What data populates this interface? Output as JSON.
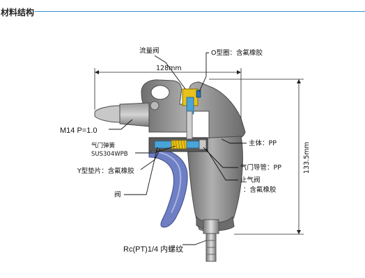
{
  "header": {
    "title": "材料结构",
    "rule_color": "#2f8fd0"
  },
  "diagram": {
    "labels": {
      "flow_valve": "流量阀",
      "o_ring": "O型圈：含氟橡胶",
      "width_dim": "128mm",
      "nozzle_thread": "M14 P=1.0",
      "valve_spring": "气门弹簧",
      "spring_material": "SUS304WPB",
      "y_gasket": "Y型垫片：含氟橡胶",
      "valve": "阀",
      "body": "主体：PP",
      "air_guide_tube": "气门导管：PP",
      "check_valve": "止气阀",
      "check_valve_material": "：含氟橡胶",
      "height_dim": "133.5mm",
      "inlet_thread": "Rc(PT)1/4 内螺纹"
    },
    "colors": {
      "body_gray": "#8e8e8e",
      "body_dark": "#5a5a5a",
      "trigger_blue": "#6f7fc4",
      "brass_yellow": "#e8c21a",
      "tube_blue": "#49a4d8"
    }
  }
}
